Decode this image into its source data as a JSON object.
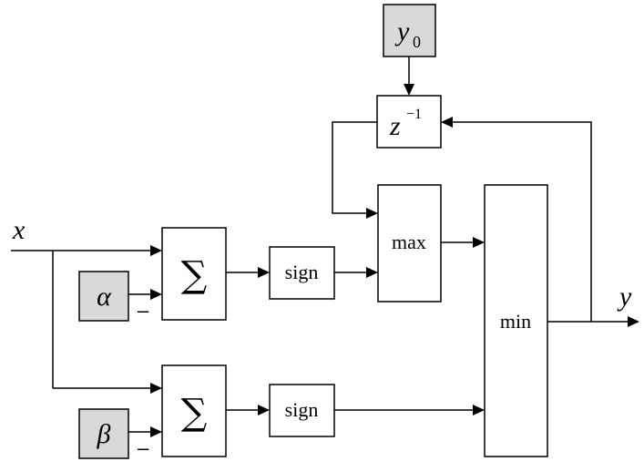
{
  "signals": {
    "input": "x",
    "output": "y"
  },
  "blocks": {
    "y0_main": "y",
    "y0_sub": "0",
    "delay_main": "z",
    "delay_sup": "−1",
    "alpha": "α",
    "beta": "β",
    "sum_top": "∑",
    "sum_bottom": "∑",
    "sign_top": "sign",
    "sign_bottom": "sign",
    "max": "max",
    "min": "min"
  },
  "minus_signs": {
    "top": "–",
    "bottom": "–"
  }
}
